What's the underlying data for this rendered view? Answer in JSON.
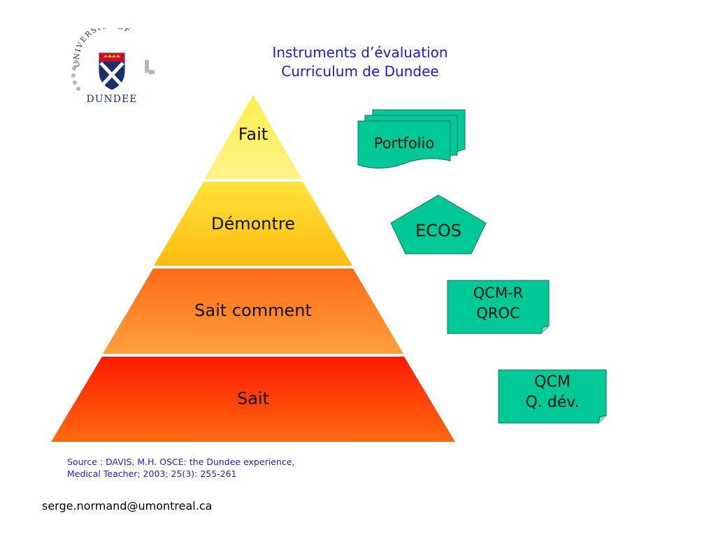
{
  "title": {
    "line1": "Instruments d’évaluation",
    "line2": "Curriculum de Dundee"
  },
  "logo": {
    "arc_text": "UNIVERSITY OF",
    "bottom_text": "DUNDEE"
  },
  "pyramid": {
    "levels": [
      {
        "label": "Fait",
        "color_top": "#fff04a",
        "color_bottom": "#fcf28c"
      },
      {
        "label": "Démontre",
        "color_top": "#ffe43a",
        "color_bottom": "#ffbb10"
      },
      {
        "label": "Sait comment",
        "color_top": "#ff6a1a",
        "color_bottom": "#ffa03a"
      },
      {
        "label": "Sait",
        "color_top": "#ff1a00",
        "color_bottom": "#ff6a10"
      }
    ]
  },
  "instruments": {
    "portfolio": "Portfolio",
    "ecos": "ECOS",
    "qcmr_line1": "QCM-R",
    "qcmr_line2": "QROC",
    "qcm_line1": "QCM",
    "qcm_line2": "Q. dév."
  },
  "colors": {
    "shape_fill": "#00c896",
    "title_color": "#1a1ad0",
    "source_color": "#2020c8"
  },
  "source": {
    "line1": "Source : DAVIS, M.H. OSCE: the Dundee experience,",
    "line2": "Medical  Teacher; 2003; 25(3): 255-261"
  },
  "email": "serge.normand@umontreal.ca"
}
